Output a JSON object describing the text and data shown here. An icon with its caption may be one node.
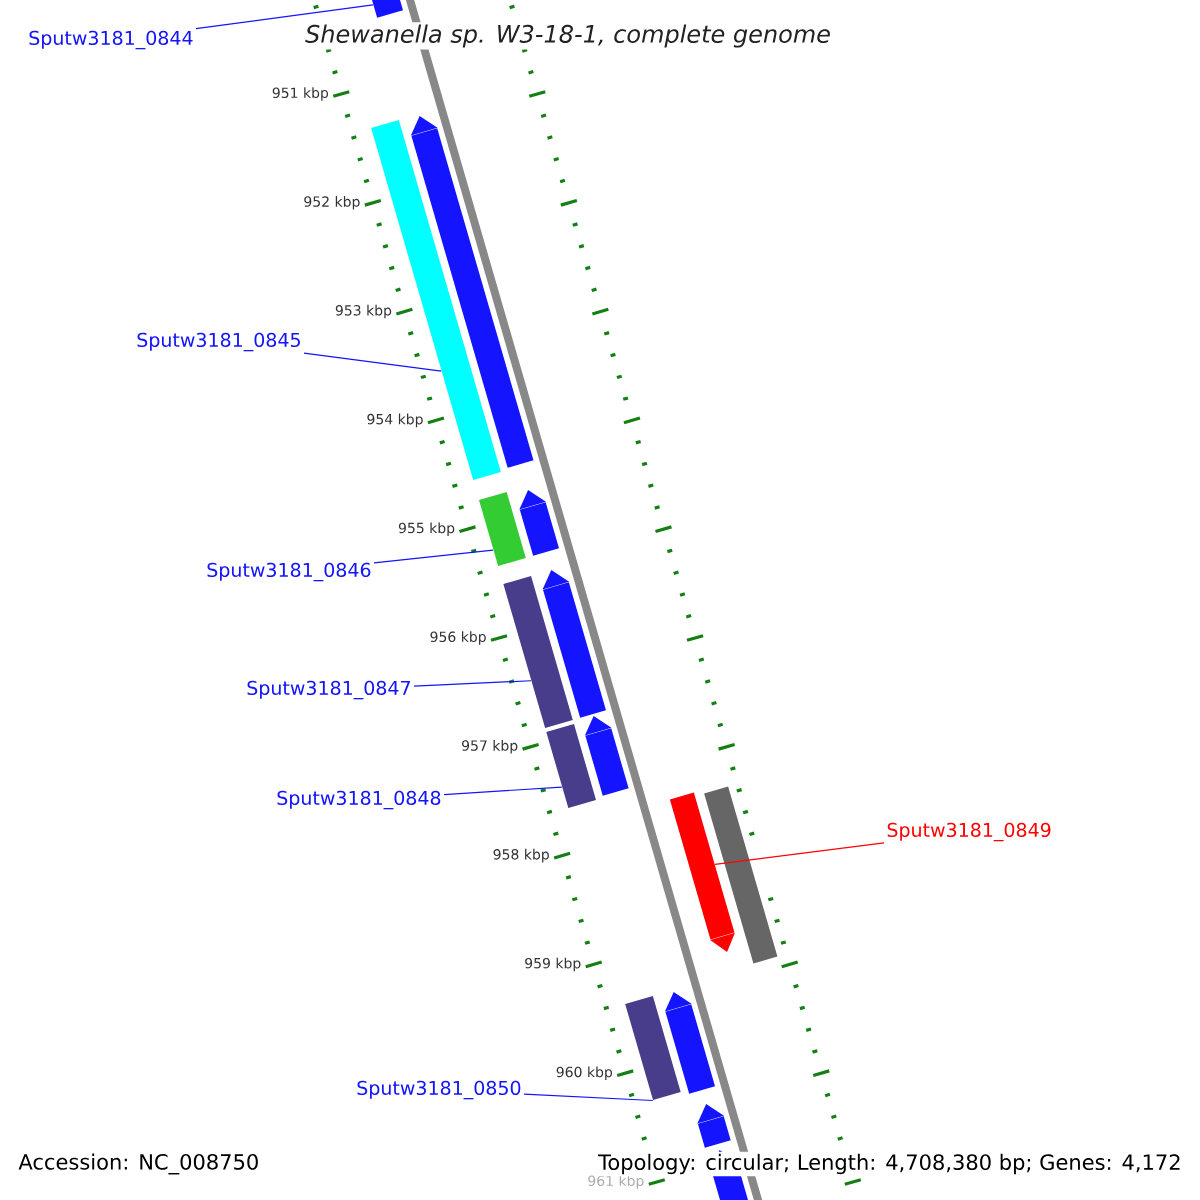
{
  "diagram": {
    "title": "Shewanella sp. W3-18-1, complete genome",
    "nodes": [
      {
        "text": [
          "Sputw3181_0844"
        ]
      },
      {
        "text": [
          "Sputw3181_0845"
        ]
      },
      {
        "text": [
          "Sputw3181_0846"
        ]
      },
      {
        "text": [
          "Sputw3181_0847"
        ]
      },
      {
        "text": [
          "Sputw3181_0848"
        ]
      },
      {
        "text": [
          "Sputw3181_0849"
        ]
      },
      {
        "text": [
          "Sputw3181_0850"
        ]
      },
      {
        "text": [],
        "shape": "bar"
      },
      {
        "text": [],
        "shape": "bar"
      },
      {
        "text": [],
        "shape": "bar"
      },
      {
        "text": [],
        "shape": "bar"
      },
      {
        "text": [],
        "shape": "bar"
      },
      {
        "text": [],
        "shape": "bar"
      },
      {
        "text": [],
        "shape": "bar"
      },
      {
        "text": [],
        "shape": "bar"
      },
      {
        "text": [],
        "shape": "bar"
      },
      {
        "text": [],
        "shape": "bar"
      },
      {
        "text": [],
        "shape": "bar"
      },
      {
        "text": [],
        "shape": "bar"
      },
      {
        "text": [],
        "shape": "bar"
      },
      {
        "text": [],
        "shape": "bar"
      },
      {
        "text": [],
        "shape": "bar"
      }
    ],
    "edges": [
      {
        "from": 0,
        "to": 7,
        "arrow": "none"
      },
      {
        "from": 1,
        "to": 8,
        "arrow": "none"
      },
      {
        "from": 2,
        "to": 9,
        "arrow": "none"
      },
      {
        "from": 3,
        "to": 10,
        "arrow": "none"
      },
      {
        "from": 4,
        "to": 11,
        "arrow": "none"
      },
      {
        "from": 5,
        "to": 12,
        "arrow": "none",
        "color": "#ff0000"
      },
      {
        "from": 6,
        "to": 13,
        "arrow": "none"
      }
    ],
    "labels": [
      "951 kbp",
      "952 kbp",
      "953 kbp",
      "954 kbp",
      "955 kbp",
      "956 kbp",
      "957 kbp",
      "958 kbp",
      "959 kbp",
      "960 kbp",
      "961 kbp",
      "Accession: NC_008750",
      "Topology: circular; Length: 4,708,380 bp; Genes: 4,172"
    ]
  }
}
